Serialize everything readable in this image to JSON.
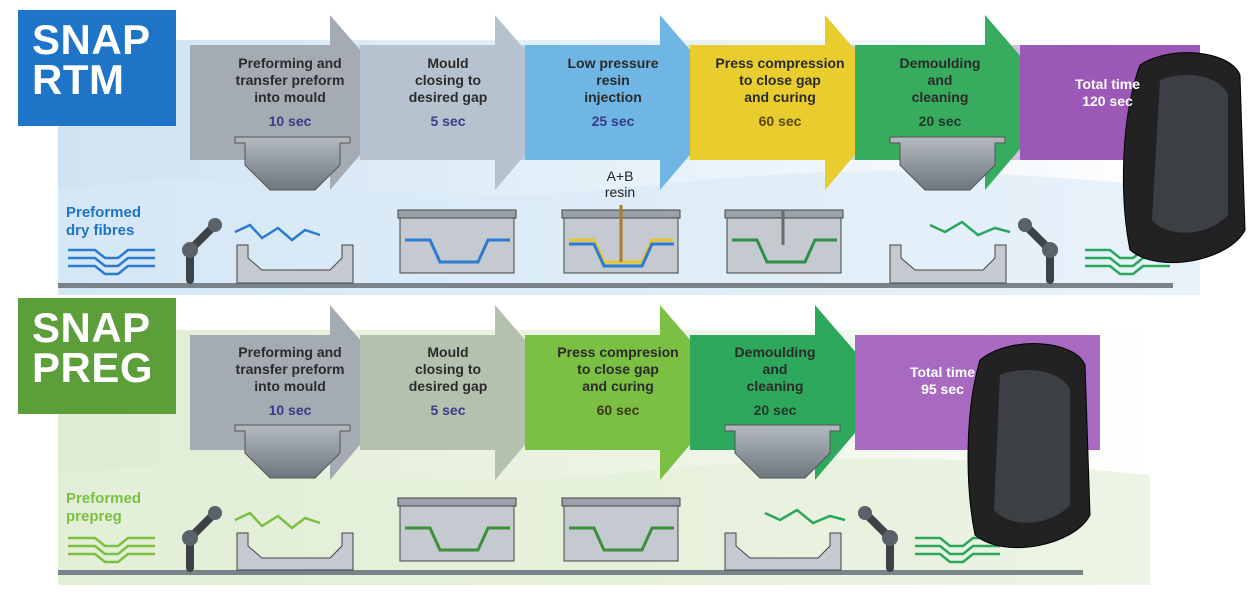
{
  "rtm": {
    "badge_line1": "SNAP",
    "badge_line2": "RTM",
    "steps": [
      {
        "label": [
          "Preforming and",
          "transfer preform",
          "into mould"
        ],
        "time": "10 sec"
      },
      {
        "label": [
          "Mould",
          "closing to",
          "desired gap"
        ],
        "time": "5 sec"
      },
      {
        "label": [
          "Low pressure",
          "resin",
          "injection"
        ],
        "time": "25 sec"
      },
      {
        "label": [
          "Press compression",
          "to close gap",
          "and curing"
        ],
        "time": "60 sec"
      },
      {
        "label": [
          "Demoulding",
          "and",
          "cleaning"
        ],
        "time": "20 sec"
      }
    ],
    "total": [
      "Total time",
      "120 sec"
    ],
    "side_label": [
      "Preformed",
      "dry fibres"
    ],
    "resin_label": [
      "A+B",
      "resin"
    ]
  },
  "preg": {
    "badge_line1": "SNAP",
    "badge_line2": "PREG",
    "steps": [
      {
        "label": [
          "Preforming and",
          "transfer preform",
          "into mould"
        ],
        "time": "10 sec"
      },
      {
        "label": [
          "Mould",
          "closing to",
          "desired gap"
        ],
        "time": "5 sec"
      },
      {
        "label": [
          "Press compresion",
          "to close gap",
          "and curing"
        ],
        "time": "60 sec"
      },
      {
        "label": [
          "Demoulding",
          "and",
          "cleaning"
        ],
        "time": "20 sec"
      }
    ],
    "total": [
      "Total time",
      "95 sec"
    ],
    "side_label": [
      "Preformed",
      "prepreg"
    ]
  },
  "colors": {
    "rtm_badge": "#1e74c6",
    "preg_badge": "#5c9e3a",
    "rtm_fibre": "#2b7bd0",
    "preg_fibre": "#7cc043",
    "total_purple": "#7a3d9a"
  }
}
